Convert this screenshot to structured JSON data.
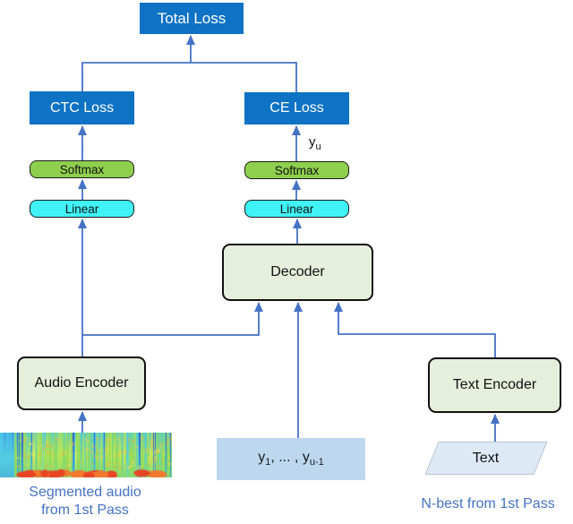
{
  "diagram": {
    "nodes": {
      "total_loss": {
        "label": "Total Loss"
      },
      "ctc_loss": {
        "label": "CTC Loss"
      },
      "ce_loss": {
        "label": "CE Loss"
      },
      "softmax_left": {
        "label": "Softmax"
      },
      "linear_left": {
        "label": "Linear"
      },
      "softmax_right": {
        "label": "Softmax"
      },
      "linear_right": {
        "label": "Linear"
      },
      "decoder": {
        "label": "Decoder"
      },
      "audio_encoder": {
        "label": "Audio Encoder"
      },
      "text_encoder": {
        "label": "Text Encoder"
      },
      "text_input": {
        "label": "Text"
      }
    },
    "labels": {
      "yu": {
        "base": "y",
        "sub": "u"
      },
      "y_sequence": {
        "base1": "y",
        "sub1": "1",
        "middle": ", ... , ",
        "base2": "y",
        "sub2": "u-1"
      },
      "audio_caption_line1": "Segmented audio",
      "audio_caption_line2": "from 1st Pass",
      "nbest_caption": "N-best from 1st Pass"
    },
    "colors": {
      "loss_box_fill": "#0e73c5",
      "loss_box_text": "#ffffff",
      "softmax_fill": "#8ed04e",
      "linear_fill": "#3ff3f6",
      "module_fill": "#e5efdc",
      "sequence_fill": "#bdd7ee",
      "parallelogram_fill": "#dde9f5",
      "connector_blue": "#4472c4",
      "caption_blue": "#4472c4"
    }
  }
}
